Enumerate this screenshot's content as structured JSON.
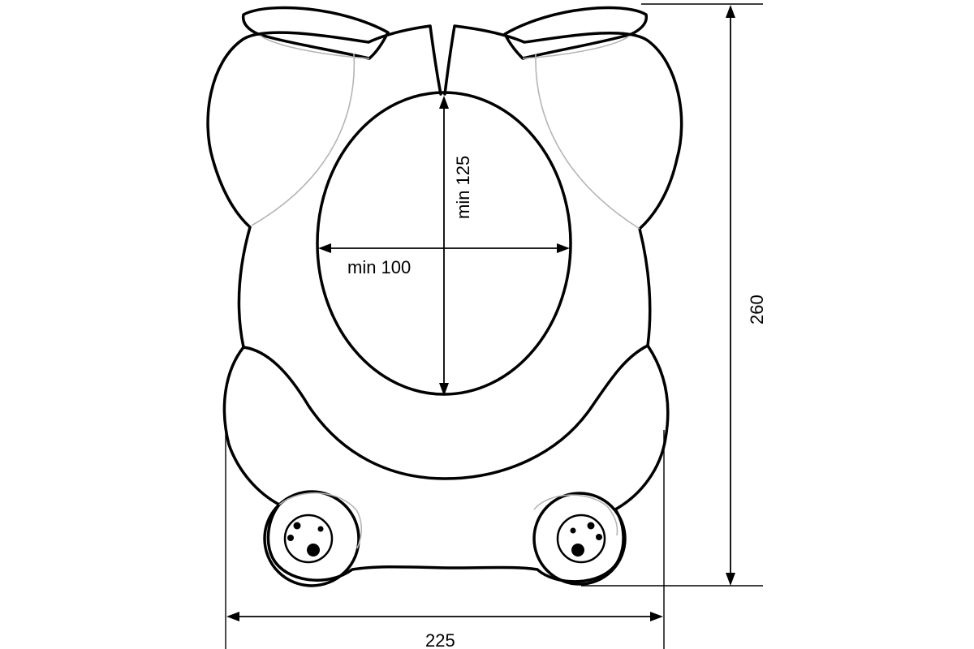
{
  "dimensions": {
    "inner_height": "min 125",
    "inner_width": "min 100",
    "total_height": "260",
    "total_width": "225"
  }
}
